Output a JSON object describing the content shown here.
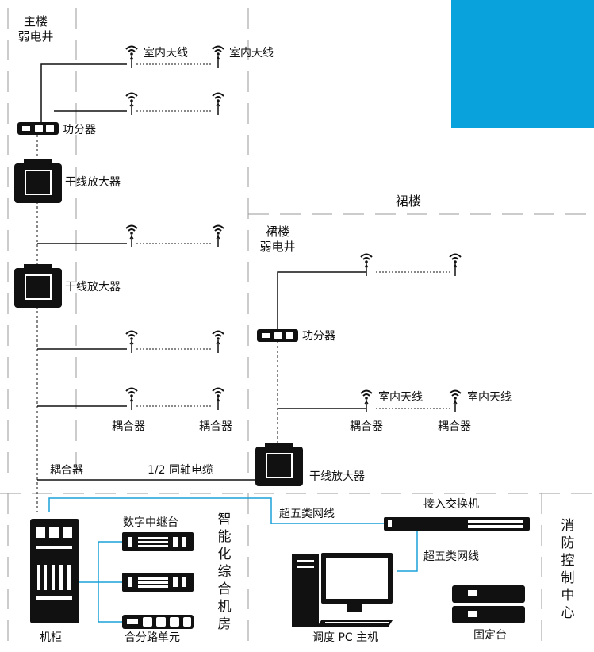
{
  "zones": {
    "main_building_shaft": [
      "主楼",
      "弱电井"
    ],
    "podium": "裙楼",
    "podium_shaft": [
      "裙楼",
      "弱电井"
    ],
    "machine_room": [
      "智",
      "能",
      "化",
      "综",
      "合",
      "机",
      "房"
    ],
    "fire_control": [
      "消",
      "防",
      "控",
      "制",
      "中",
      "心"
    ]
  },
  "devices": {
    "splitter_main": "功分器",
    "trunk_amp_1": "干线放大器",
    "trunk_amp_2": "干线放大器",
    "splitter_podium": "功分器",
    "trunk_amp_podium": "干线放大器",
    "cabinet": "机柜",
    "digital_repeater": "数字中继台",
    "combiner_unit": "合分路单元",
    "switch": "接入交换机",
    "pc_host": "调度 PC 主机",
    "fixed_station": "固定台"
  },
  "antennas": {
    "indoor_1": "室内天线",
    "indoor_2": "室内天线",
    "indoor_3": "室内天线",
    "indoor_4": "室内天线"
  },
  "couplers": {
    "c1": "耦合器",
    "c2": "耦合器",
    "c3": "耦合器",
    "c4": "耦合器",
    "trunk": "耦合器"
  },
  "cables": {
    "coax": "1/2 同轴电缆",
    "cat5e_1": "超五类网线",
    "cat5e_2": "超五类网线"
  },
  "colors": {
    "accent": "#0aa2dc",
    "network_line": "#1aa0d8",
    "device": "#111111",
    "zone_border": "#9a9a9a"
  }
}
